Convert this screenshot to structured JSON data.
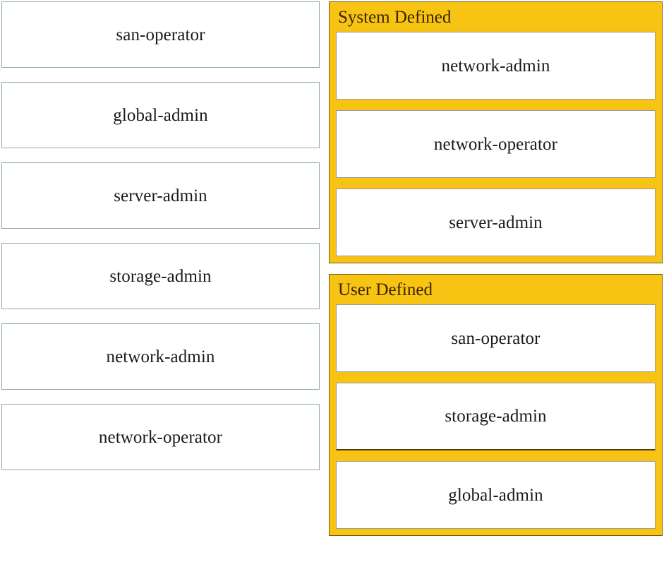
{
  "left_column": {
    "name": "available-roles-list",
    "items": [
      {
        "label": "san-operator"
      },
      {
        "label": "global-admin"
      },
      {
        "label": "server-admin"
      },
      {
        "label": "storage-admin"
      },
      {
        "label": "network-admin"
      },
      {
        "label": "network-operator"
      }
    ]
  },
  "right_column": {
    "groups": [
      {
        "title": "System Defined",
        "items": [
          {
            "label": "network-admin"
          },
          {
            "label": "network-operator"
          },
          {
            "label": "server-admin"
          }
        ]
      },
      {
        "title": "User Defined",
        "items": [
          {
            "label": "san-operator"
          },
          {
            "label": "storage-admin"
          },
          {
            "label": "global-admin"
          }
        ]
      }
    ]
  },
  "colors": {
    "panel_background": "#f8c413",
    "panel_border": "#7a5a12",
    "card_border": "#8fa9ad",
    "item_border": "#9b9b9b",
    "text": "#1a1a1a",
    "title_text": "#3b2405"
  }
}
